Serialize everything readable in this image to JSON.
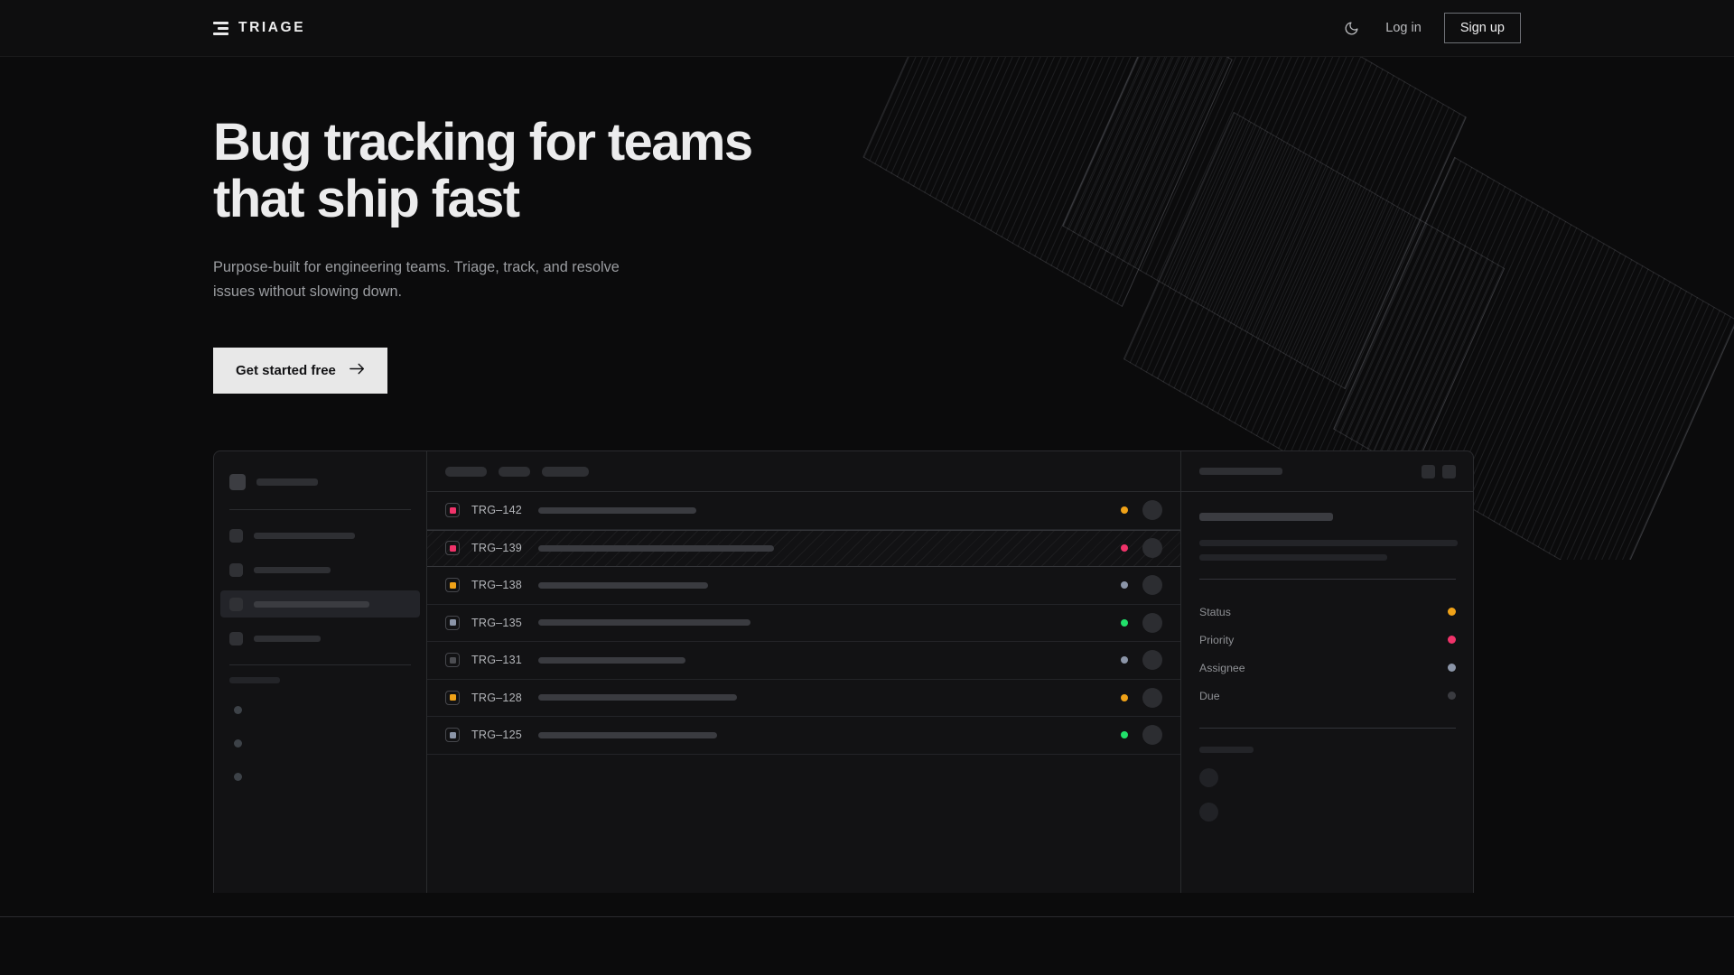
{
  "header": {
    "brand": "TRIAGE",
    "brand_icon": "stacked-bars-logo-icon",
    "theme_toggle_icon": "moon-icon",
    "login_label": "Log in",
    "signup_label": "Sign up"
  },
  "hero": {
    "headline": "Bug tracking for teams that ship fast",
    "subhead": "Purpose-built for engineering teams. Triage, track, and resolve issues without slowing down.",
    "cta_label": "Get started free",
    "cta_arrow_icon": "arrow-right-icon"
  },
  "colors": {
    "background": "#0b0b0c",
    "surface": "#121214",
    "border": "#2a2b2e",
    "text": "#ececed",
    "muted": "#9b9da1",
    "cta_bg": "#e8e8e8",
    "status_orange": "#f0a218",
    "status_pink": "#f0336a",
    "status_steel": "#8b95a8",
    "status_green": "#21e06a",
    "status_dim": "#3a3b40"
  },
  "app_mock": {
    "sidebar": {
      "nav_item_count": 4,
      "active_index": 2,
      "bullet_count": 3
    },
    "list": {
      "toolbar_pill_widths": [
        46,
        35,
        52
      ],
      "rows": [
        {
          "id": "TRG–142",
          "priority_color": "#f0336a",
          "title_width": 175,
          "status_color": "#f0a218",
          "selected": false
        },
        {
          "id": "TRG–139",
          "priority_color": "#f0336a",
          "title_width": 261,
          "status_color": "#f0336a",
          "selected": true
        },
        {
          "id": "TRG–138",
          "priority_color": "#f0a218",
          "title_width": 188,
          "status_color": "#8b95a8",
          "selected": false
        },
        {
          "id": "TRG–135",
          "priority_color": "#8b95a8",
          "title_width": 235,
          "status_color": "#21e06a",
          "selected": false
        },
        {
          "id": "TRG–131",
          "priority_color": "#4c4d52",
          "title_width": 163,
          "status_color": "#8b95a8",
          "selected": false
        },
        {
          "id": "TRG–128",
          "priority_color": "#f0a218",
          "title_width": 220,
          "status_color": "#f0a218",
          "selected": false
        },
        {
          "id": "TRG–125",
          "priority_color": "#8b95a8",
          "title_width": 198,
          "status_color": "#21e06a",
          "selected": false
        }
      ]
    },
    "detail": {
      "header_pill_width": 92,
      "action_button_count": 2,
      "title_skeleton_width": 148,
      "desc_skeleton_widths": [
        286,
        208
      ],
      "meta": [
        {
          "label": "Status",
          "dot_color": "#f0a218"
        },
        {
          "label": "Priority",
          "dot_color": "#f0336a"
        },
        {
          "label": "Assignee",
          "dot_color": "#8b95a8"
        },
        {
          "label": "Due",
          "dot_color": "#3a3b40"
        }
      ],
      "activity_label_width": 60,
      "activity_avatar_count": 2
    }
  }
}
